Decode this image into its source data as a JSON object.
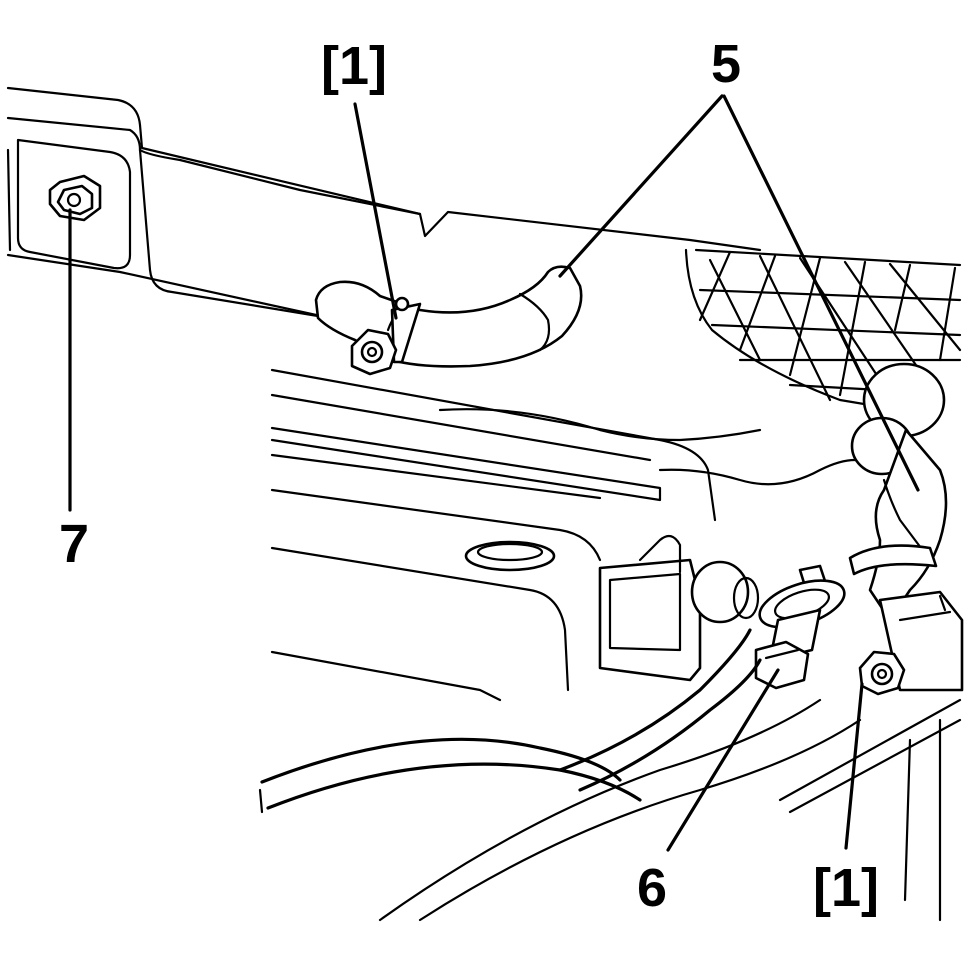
{
  "callouts": {
    "clamp_top": "[1]",
    "clamp_bottom": "[1]",
    "hose": "5",
    "bolt_nut": "6",
    "mount_bolt": "7"
  },
  "colors": {
    "ink": "#000000",
    "paper": "#ffffff"
  }
}
